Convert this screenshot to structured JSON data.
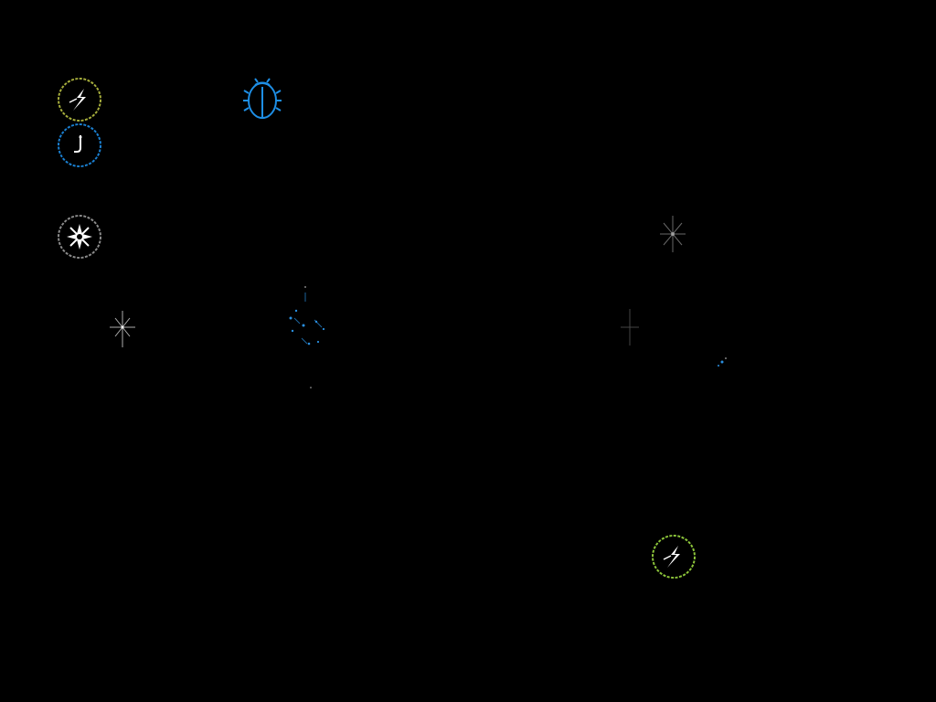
{
  "colors": {
    "background": "#000000",
    "hud_ring_olive": "#a6ad3c",
    "hud_ring_blue": "#1a7fd0",
    "hud_ring_gray": "#8a8a8a",
    "hud_ring_green": "#8cc43a",
    "glyph_white": "#ffffff",
    "bug_blue": "#1e8fe6",
    "particle_blue": "#2a8fe0",
    "particle_white": "#d8d8d8"
  },
  "hud": {
    "buttons": [
      {
        "icon": "lightning-icon",
        "ring": "olive"
      },
      {
        "icon": "hook-icon",
        "ring": "blue"
      },
      {
        "icon": "compass-icon",
        "ring": "gray"
      },
      {
        "icon": "lightning-icon",
        "ring": "green"
      }
    ]
  },
  "entities": [
    {
      "name": "bug-icon",
      "kind": "ladybug"
    },
    {
      "name": "white-sparkle-icon",
      "kind": "sparkle"
    },
    {
      "name": "blue-sparkle-icon",
      "kind": "sparkle"
    },
    {
      "name": "dim-sparkle-icon",
      "kind": "sparkle"
    },
    {
      "name": "faint-sparkle-icon",
      "kind": "sparkle"
    },
    {
      "name": "tiny-blue-sparkle-icon",
      "kind": "sparkle"
    }
  ]
}
